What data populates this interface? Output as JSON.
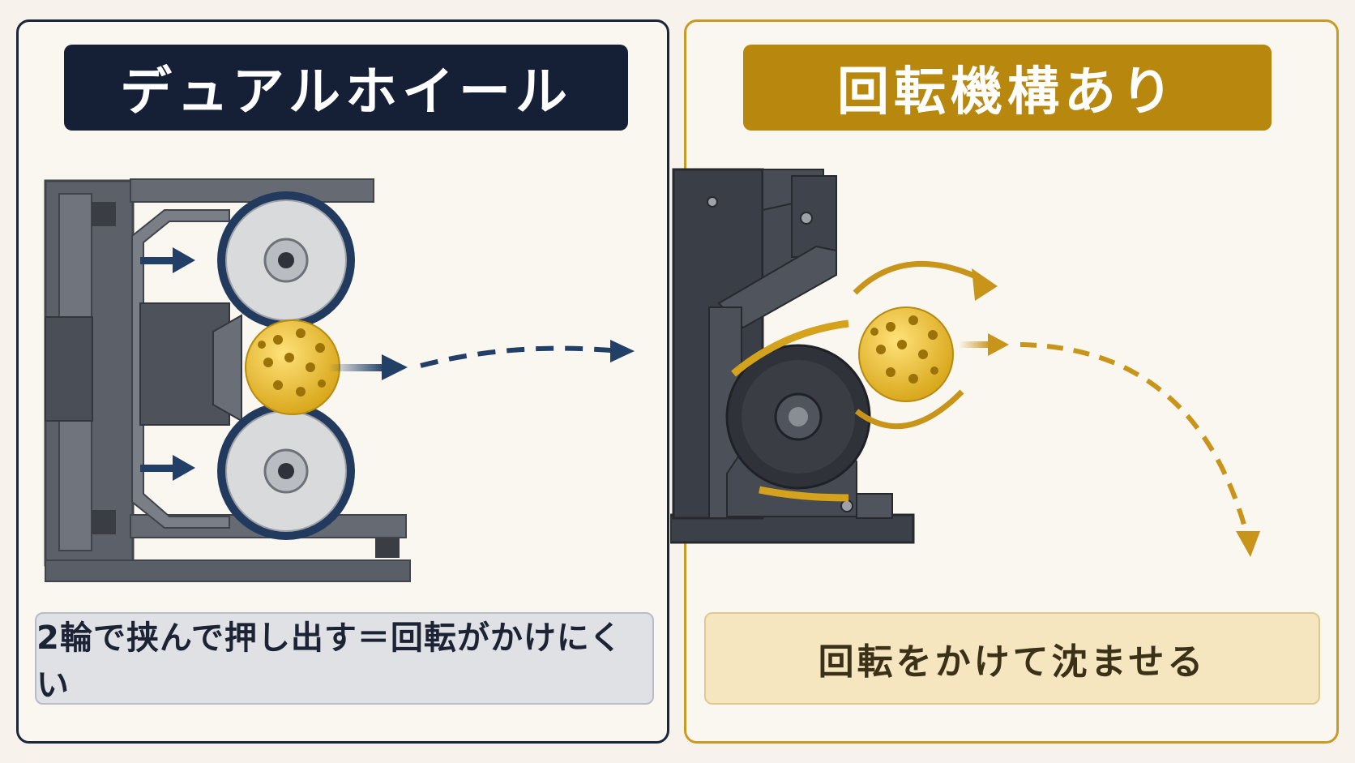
{
  "left_panel": {
    "title": "デュアルホイール",
    "caption": "2輪で挟んで押し出す＝回転がかけにくい"
  },
  "right_panel": {
    "title": "回転機構あり",
    "caption": "回転をかけて沈ませる"
  },
  "colors": {
    "navy": "#152036",
    "gold": "#b8870e",
    "ball_yellow": "#f0c53a",
    "frame_gray": "#6b6f78",
    "arrow_navy": "#223f68",
    "arrow_gold": "#c8951a"
  }
}
